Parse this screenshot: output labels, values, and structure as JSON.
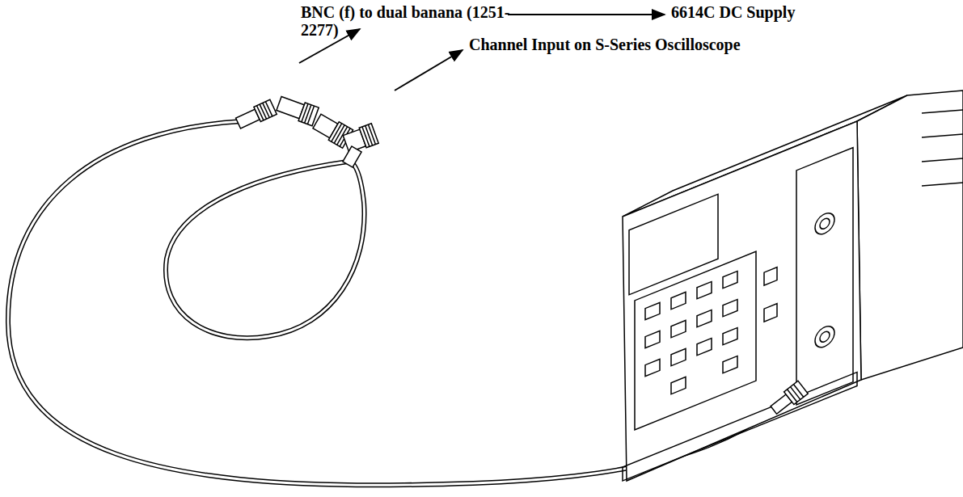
{
  "diagram": {
    "labels": [
      "BNC (f) to dual banana (1251-2277)",
      "6614C DC Supply",
      "Channel Input on S-Series Oscilloscope"
    ]
  }
}
